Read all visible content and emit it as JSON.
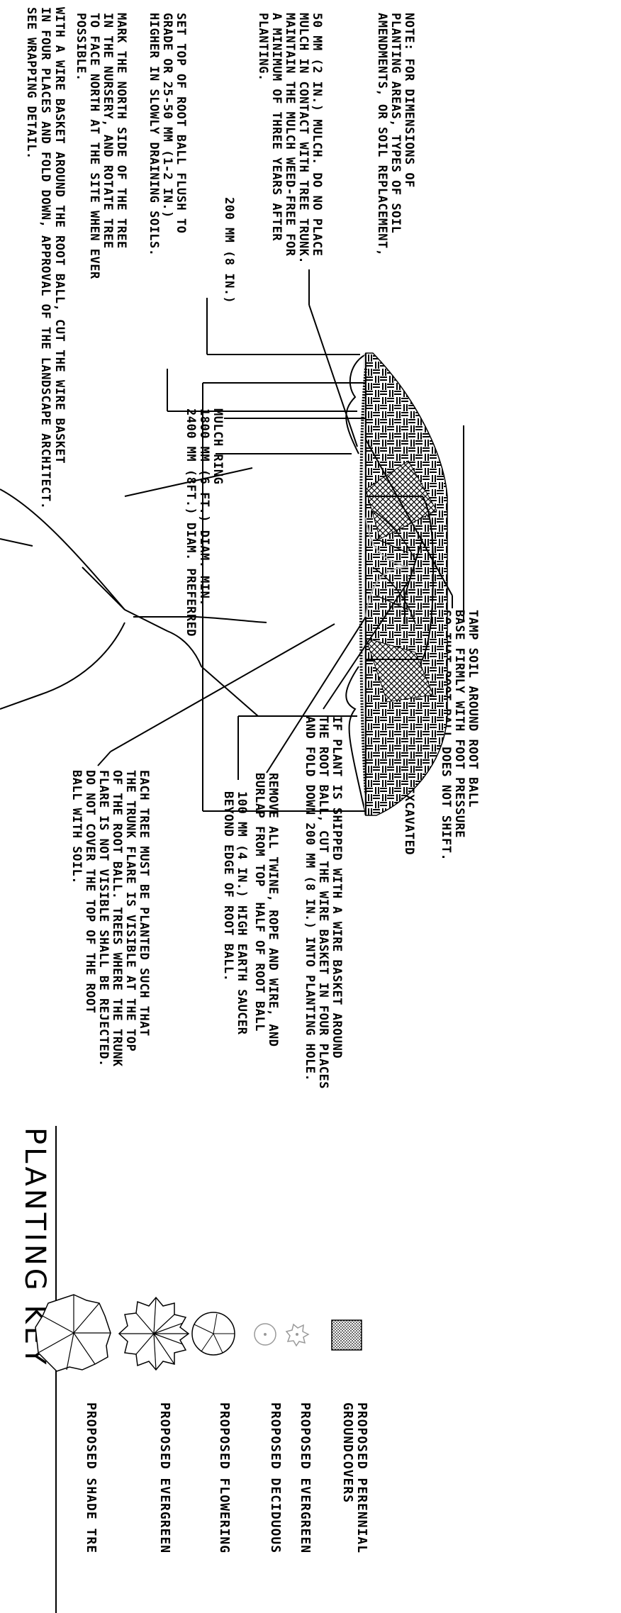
{
  "notes": {
    "top_cut": "WITH A WIRE BASKET AROUND THE ROOT BALL, CUT THE WIRE BASKET\nIN FOUR PLACES AND FOLD DOWN, APPROVAL OF THE LANDSCAPE ARCHITECT.\nSEE WRAPPING DETAIL.",
    "mark_north": "MARK THE NORTH SIDE OF THE TREE\nIN THE NURSERY, AND ROTATE TREE\nTO FACE NORTH AT THE SITE WHEN EVER\nPOSSIBLE.",
    "set_top": "SET TOP OF ROOT BALL FLUSH TO\nGRADE OR 25-50 MM (1-2 IN.)\nHIGHER IN SLOWLY DRAINING SOILS.",
    "dim_200": "200 MM (8 IN.)",
    "mulch_50": "50 MM (2 IN.) MULCH. DO NO PLACE\nMULCH IN CONTACT WITH TREE TRUNK.\nMAINTAIN THE MULCH WEED-FREE FOR\nA MINIMUM OF THREE YEARS AFTER\nPLANTING.",
    "dimensions_note": "NOTE: FOR DIMENSIONS OF\nPLANTING AREAS, TYPES OF SOIL\nAMENDMENTS, OR SOIL REPLACEMENT,",
    "mulch_ring": "MULCH RING\n1800 MM (6 FT.) DIAM. MIN.\n2400 MM (8FT.) DIAM. PREFERRED",
    "each_tree": "EACH TREE MUST BE PLANTED SUCH THAT\nTHE TRUNK FLARE IS VISIBLE AT THE TOP\nOF THE ROOT BALL. TREES WHERE THE TRUNK\nFLARE IS NOT VISIBLE SHALL BE REJECTED.\nDO NOT COVER THE TOP OF THE ROOT\nBALL WITH SOIL.",
    "saucer": "100 MM (4 IN.) HIGH EARTH SAUCER\nBEYOND EDGE OF ROOT BALL.",
    "remove_twine": "REMOVE ALL TWINE, ROPE AND WIRE, AND\nBURLAP FROM TOP  HALF OF ROOT BALL",
    "wire_basket": "IF PLANT IS SHIPPED WITH A WIRE BASKET AROUND\nTHE ROOT BALL, CUT THE WIRE BASKET IN FOUR PLACES\nAND FOLD DOWN 200 MM (8 IN.) INTO PLANTING HOLE.",
    "place_root": "PLACE ROOT BALL ON UNEXCAVATED\nOR TAMPED SOIL.",
    "tamp_soil": "TAMP SOIL AROUND ROOT BALL\nBASE FIRMLY WITH FOOT PRESSURE\nSO THAT ROOT BALL DOES NOT SHIFT."
  },
  "planting_key": {
    "title": "PLANTING KEY",
    "items": [
      {
        "label": "PROPOSED SHADE TRE",
        "icon": "shade-tree-symbol-icon"
      },
      {
        "label": "PROPOSED EVERGREEN",
        "icon": "evergreen-tree-symbol-icon"
      },
      {
        "label": "PROPOSED FLOWERING",
        "icon": "flowering-tree-symbol-icon"
      },
      {
        "label": "PROPOSED DECIDUOUS",
        "icon": "deciduous-shrub-symbol-icon"
      },
      {
        "label": "PROPOSED EVERGREEN",
        "icon": "evergreen-shrub-symbol-icon"
      },
      {
        "label": "PROPOSED PERENNIAL\nGROUNDCOVERS",
        "icon": "groundcover-hatch-icon"
      }
    ]
  },
  "colors": {
    "ink": "#000000",
    "light_line": "#b0b0b0"
  }
}
